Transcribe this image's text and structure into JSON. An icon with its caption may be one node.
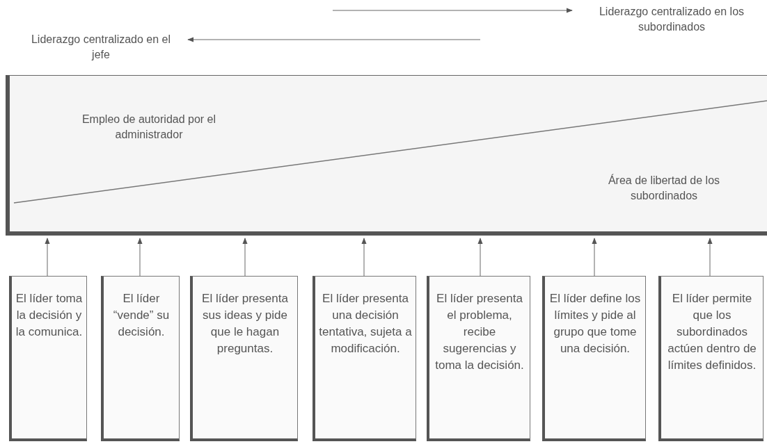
{
  "diagram": {
    "nodes": [
      {
        "text": [
          "Liderazgo centralizado en el jefe"
        ]
      },
      {
        "text": [
          "Liderazgo centralizado en los subordinados"
        ]
      },
      {
        "text": [
          "Empleo de autoridad por el administrador",
          "Área de libertad de los subordinados"
        ]
      },
      {
        "text": [
          "El líder toma la decisión y la comunica."
        ]
      },
      {
        "text": [
          "El líder “vende” su decisión."
        ]
      },
      {
        "text": [
          "El líder presenta sus ideas y pide que le hagan preguntas."
        ]
      },
      {
        "text": [
          "El líder presenta una decisión tentativa, sujeta a modificación."
        ]
      },
      {
        "text": [
          "El líder presenta el problema, recibe sugerencias y toma la decisión."
        ]
      },
      {
        "text": [
          "El líder define los límites y pide al grupo que tome una decisión."
        ]
      },
      {
        "text": [
          "El líder permite que los subordinados actúen dentro de límites definidos."
        ]
      }
    ],
    "edges": [
      {
        "from": null,
        "to": 1,
        "arrow": "to"
      },
      {
        "from": null,
        "to": 0,
        "arrow": "to"
      },
      {
        "from": 3,
        "to": 2,
        "arrow": "to"
      },
      {
        "from": 4,
        "to": 2,
        "arrow": "to"
      },
      {
        "from": 5,
        "to": 2,
        "arrow": "to"
      },
      {
        "from": 6,
        "to": 2,
        "arrow": "to"
      },
      {
        "from": 7,
        "to": 2,
        "arrow": "to"
      },
      {
        "from": 8,
        "to": 2,
        "arrow": "to"
      },
      {
        "from": 9,
        "to": 2,
        "arrow": "to"
      }
    ]
  }
}
